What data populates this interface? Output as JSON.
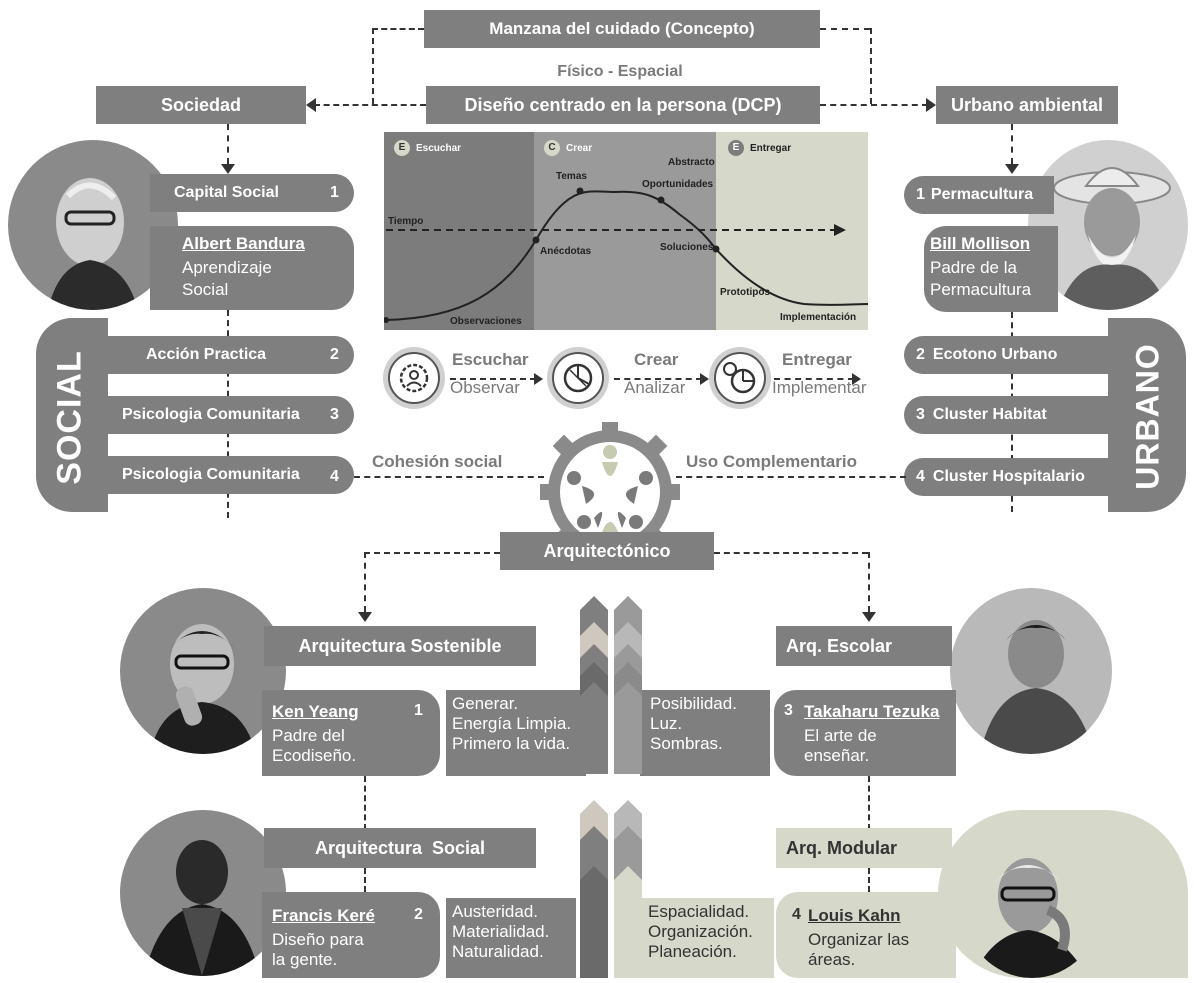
{
  "top": {
    "concept": "Manzana del cuidado (Concepto)",
    "physical": "Físico - Espacial",
    "dcp": "Diseño centrado en la persona (DCP)",
    "society": "Sociedad",
    "urban_env": "Urbano ambiental"
  },
  "process_chart": {
    "phases": [
      "Escuchar",
      "Crear",
      "Entregar"
    ],
    "phase_letters": [
      "E",
      "C",
      "E"
    ],
    "labels": {
      "tiempo": "Tiempo",
      "abstracto": "Abstracto",
      "temas": "Temas",
      "oportunidades": "Oportunidades",
      "anecdotas": "Anécdotas",
      "soluciones": "Soluciones",
      "prototipos": "Prototipos",
      "observaciones": "Observaciones",
      "implementacion": "Implementación"
    },
    "colors": {
      "escuchar": "#7c7c7c",
      "crear": "#9a9a9a",
      "entregar": "#d6d9c9"
    }
  },
  "steps": [
    {
      "top": "Escuchar",
      "bottom": "Observar",
      "icon": "listen-gear-icon"
    },
    {
      "top": "Crear",
      "bottom": "Analizar",
      "icon": "analyze-gear-icon"
    },
    {
      "top": "Entregar",
      "bottom": "Implementar",
      "icon": "deliver-gear-icon"
    }
  ],
  "social": {
    "vertical": "SOCIAL",
    "capital": {
      "label": "Capital Social",
      "num": "1"
    },
    "person": {
      "name": "Albert Bandura",
      "line1": "Aprendizaje",
      "line2": "Social"
    },
    "items": [
      {
        "label": "Acción Practica",
        "num": "2"
      },
      {
        "label": "Psicologia Comunitaria",
        "num": "3"
      },
      {
        "label": "Psicologia Comunitaria",
        "num": "4"
      }
    ]
  },
  "urban": {
    "vertical": "URBANO",
    "first": {
      "num": "1",
      "label": "Permacultura"
    },
    "person": {
      "name": "Bill Mollison",
      "line1": "Padre de la",
      "line2": "Permacultura"
    },
    "items": [
      {
        "num": "2",
        "label": "Ecotono Urbano"
      },
      {
        "num": "3",
        "label": "Cluster Habitat"
      },
      {
        "num": "4",
        "label": "Cluster Hospitalario"
      }
    ]
  },
  "center": {
    "cohesion": "Cohesión social",
    "uso": "Uso Complementario",
    "arq": "Arquitectónico"
  },
  "arch": {
    "sostenible": {
      "title": "Arquitectura Sostenible",
      "name": "Ken Yeang",
      "num": "1",
      "line1": "Padre del",
      "line2": "Ecodiseño.",
      "left": [
        "Generar.",
        "Energía Limpia.",
        "Primero la vida."
      ],
      "right": [
        "Posibilidad.",
        "Luz.",
        "Sombras."
      ]
    },
    "escolar": {
      "title": "Arq. Escolar",
      "name": "Takaharu Tezuka",
      "num": "3",
      "line1": "El arte de",
      "line2": "enseñar."
    },
    "social": {
      "title": "Arquitectura  Social",
      "name": "Francis Keré",
      "num": "2",
      "line1": "Diseño para",
      "line2": "la gente.",
      "left": [
        "Austeridad.",
        "Materialidad.",
        "Naturalidad."
      ],
      "right": [
        "Espacialidad.",
        "Organización.",
        "Planeación."
      ]
    },
    "modular": {
      "title": "Arq. Modular",
      "name": "Louis Kahn",
      "num": "4",
      "line1": "Organizar las",
      "line2": "áreas."
    }
  }
}
